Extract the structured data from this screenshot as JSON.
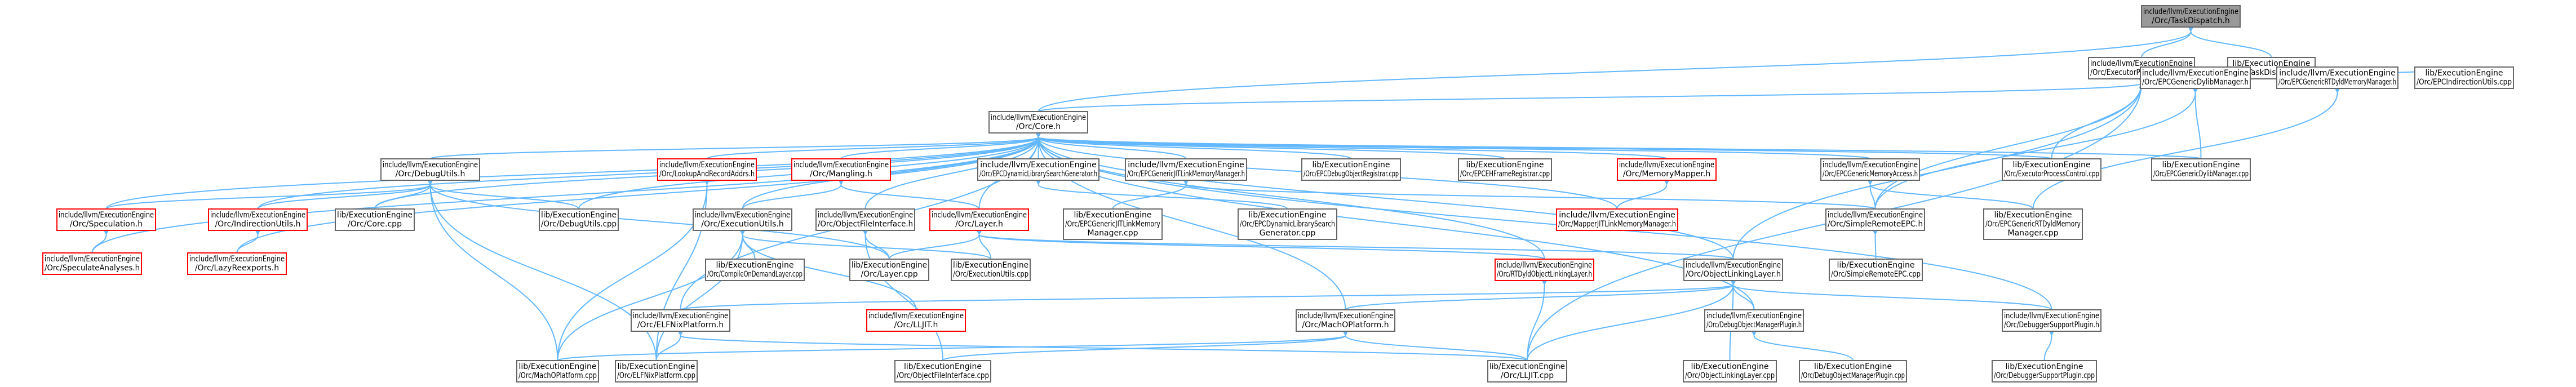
{
  "title": "",
  "colors": {
    "edge": "#63b8ff",
    "arrow": "#63b8ff",
    "node_border": "#666666",
    "node_fill": "#ffffff",
    "root_fill": "#999999",
    "red_node_border": "#ff0000",
    "text": "#000000"
  },
  "nodes": [
    {
      "id": "root",
      "lines": [
        "include/llvm/ExecutionEngine",
        "/Orc/TaskDispatch.h"
      ],
      "style": "root",
      "interactable": false
    },
    {
      "id": "epc_h",
      "lines": [
        "include/llvm/ExecutionEngine",
        "/Orc/ExecutorProcessControl.h"
      ],
      "style": "normal",
      "interactable": true
    },
    {
      "id": "taskdispatch_cpp",
      "lines": [
        "lib/ExecutionEngine",
        "/Orc/TaskDispatch.cpp"
      ],
      "style": "normal",
      "interactable": true
    },
    {
      "id": "core_h",
      "lines": [
        "include/llvm/ExecutionEngine",
        "/Orc/Core.h"
      ],
      "style": "normal",
      "interactable": true
    },
    {
      "id": "epcgendylib_h",
      "lines": [
        "include/llvm/ExecutionEngine",
        "/Orc/EPCGenericDylibManager.h"
      ],
      "style": "normal",
      "interactable": true
    },
    {
      "id": "epcgenrtdyld_h",
      "lines": [
        "include/llvm/ExecutionEngine",
        "/Orc/EPCGenericRTDyldMemoryManager.h"
      ],
      "style": "normal",
      "interactable": true
    },
    {
      "id": "epcindirection_cpp",
      "lines": [
        "lib/ExecutionEngine",
        "/Orc/EPCIndirectionUtils.cpp"
      ],
      "style": "normal",
      "interactable": true
    },
    {
      "id": "debugutils_h",
      "lines": [
        "include/llvm/ExecutionEngine",
        "/Orc/DebugUtils.h"
      ],
      "style": "normal",
      "interactable": true
    },
    {
      "id": "lookupandrecord_h",
      "lines": [
        "include/llvm/ExecutionEngine",
        "/Orc/LookupAndRecordAddrs.h"
      ],
      "style": "red",
      "interactable": true
    },
    {
      "id": "mangling_h",
      "lines": [
        "include/llvm/ExecutionEngine",
        "/Orc/Mangling.h"
      ],
      "style": "red",
      "interactable": true
    },
    {
      "id": "epcdynlibsearch_h",
      "lines": [
        "include/llvm/ExecutionEngine",
        "/Orc/EPCDynamicLibrarySearchGenerator.h"
      ],
      "style": "normal",
      "interactable": true
    },
    {
      "id": "epcgenjitlink_h",
      "lines": [
        "include/llvm/ExecutionEngine",
        "/Orc/EPCGenericJITLinkMemoryManager.h"
      ],
      "style": "normal",
      "interactable": true
    },
    {
      "id": "epcdebugobj_cpp",
      "lines": [
        "lib/ExecutionEngine",
        "/Orc/EPCDebugObjectRegistrar.cpp"
      ],
      "style": "normal",
      "interactable": true
    },
    {
      "id": "epcehframe_cpp",
      "lines": [
        "lib/ExecutionEngine",
        "/Orc/EPCEHFrameRegistrar.cpp"
      ],
      "style": "normal",
      "interactable": true
    },
    {
      "id": "memorymapper_h",
      "lines": [
        "include/llvm/ExecutionEngine",
        "/Orc/MemoryMapper.h"
      ],
      "style": "red",
      "interactable": true
    },
    {
      "id": "epcgenmemaccess_h",
      "lines": [
        "include/llvm/ExecutionEngine",
        "/Orc/EPCGenericMemoryAccess.h"
      ],
      "style": "normal",
      "interactable": true
    },
    {
      "id": "epc_cpp",
      "lines": [
        "lib/ExecutionEngine",
        "/Orc/ExecutorProcessControl.cpp"
      ],
      "style": "normal",
      "interactable": true
    },
    {
      "id": "epcgendylib_cpp",
      "lines": [
        "lib/ExecutionEngine",
        "/Orc/EPCGenericDylibManager.cpp"
      ],
      "style": "normal",
      "interactable": true
    },
    {
      "id": "speculation_h",
      "lines": [
        "include/llvm/ExecutionEngine",
        "/Orc/Speculation.h"
      ],
      "style": "red",
      "interactable": true
    },
    {
      "id": "indirectionutils_h",
      "lines": [
        "include/llvm/ExecutionEngine",
        "/Orc/IndirectionUtils.h"
      ],
      "style": "red",
      "interactable": true
    },
    {
      "id": "core_cpp",
      "lines": [
        "lib/ExecutionEngine",
        "/Orc/Core.cpp"
      ],
      "style": "normal",
      "interactable": true
    },
    {
      "id": "debugutils_cpp",
      "lines": [
        "lib/ExecutionEngine",
        "/Orc/DebugUtils.cpp"
      ],
      "style": "normal",
      "interactable": true
    },
    {
      "id": "executionutils_h",
      "lines": [
        "include/llvm/ExecutionEngine",
        "/Orc/ExecutionUtils.h"
      ],
      "style": "normal",
      "interactable": true
    },
    {
      "id": "objectfileinterface_h",
      "lines": [
        "include/llvm/ExecutionEngine",
        "/Orc/ObjectFileInterface.h"
      ],
      "style": "normal",
      "interactable": true
    },
    {
      "id": "layer_h",
      "lines": [
        "include/llvm/ExecutionEngine",
        "/Orc/Layer.h"
      ],
      "style": "red",
      "interactable": true
    },
    {
      "id": "epcgenjitlink_cpp",
      "lines": [
        "lib/ExecutionEngine",
        "/Orc/EPCGenericJITLinkMemory",
        "Manager.cpp"
      ],
      "style": "normal",
      "interactable": true
    },
    {
      "id": "epcdynlibsearch_cpp",
      "lines": [
        "lib/ExecutionEngine",
        "/Orc/EPCDynamicLibrarySearch",
        "Generator.cpp"
      ],
      "style": "normal",
      "interactable": true
    },
    {
      "id": "mapperjitlink_h",
      "lines": [
        "include/llvm/ExecutionEngine",
        "/Orc/MapperJITLinkMemoryManager.h"
      ],
      "style": "red",
      "interactable": true
    },
    {
      "id": "simpleremoteepc_h",
      "lines": [
        "include/llvm/ExecutionEngine",
        "/Orc/SimpleRemoteEPC.h"
      ],
      "style": "normal",
      "interactable": true
    },
    {
      "id": "epcgenrtdyld_cpp",
      "lines": [
        "lib/ExecutionEngine",
        "/Orc/EPCGenericRTDyldMemory",
        "Manager.cpp"
      ],
      "style": "normal",
      "interactable": true
    },
    {
      "id": "speculateanalyses_h",
      "lines": [
        "include/llvm/ExecutionEngine",
        "/Orc/SpeculateAnalyses.h"
      ],
      "style": "red",
      "interactable": true
    },
    {
      "id": "lazyreexports_h",
      "lines": [
        "include/llvm/ExecutionEngine",
        "/Orc/LazyReexports.h"
      ],
      "style": "red",
      "interactable": true
    },
    {
      "id": "compileondemand_cpp",
      "lines": [
        "lib/ExecutionEngine",
        "/Orc/CompileOnDemandLayer.cpp"
      ],
      "style": "normal",
      "interactable": true
    },
    {
      "id": "layer_cpp",
      "lines": [
        "lib/ExecutionEngine",
        "/Orc/Layer.cpp"
      ],
      "style": "normal",
      "interactable": true
    },
    {
      "id": "executionutils_cpp",
      "lines": [
        "lib/ExecutionEngine",
        "/Orc/ExecutionUtils.cpp"
      ],
      "style": "normal",
      "interactable": true
    },
    {
      "id": "rtdyldobjlinking_h",
      "lines": [
        "include/llvm/ExecutionEngine",
        "/Orc/RTDyldObjectLinkingLayer.h"
      ],
      "style": "red",
      "interactable": true
    },
    {
      "id": "objectlinkinglayer_h",
      "lines": [
        "include/llvm/ExecutionEngine",
        "/Orc/ObjectLinkingLayer.h"
      ],
      "style": "normal",
      "interactable": true
    },
    {
      "id": "simpleremoteepc_cpp",
      "lines": [
        "lib/ExecutionEngine",
        "/Orc/SimpleRemoteEPC.cpp"
      ],
      "style": "normal",
      "interactable": true
    },
    {
      "id": "elfnixplatform_h",
      "lines": [
        "include/llvm/ExecutionEngine",
        "/Orc/ELFNixPlatform.h"
      ],
      "style": "normal",
      "interactable": true
    },
    {
      "id": "lljit_h",
      "lines": [
        "include/llvm/ExecutionEngine",
        "/Orc/LLJIT.h"
      ],
      "style": "red",
      "interactable": true
    },
    {
      "id": "machoplatform_h",
      "lines": [
        "include/llvm/ExecutionEngine",
        "/Orc/MachOPlatform.h"
      ],
      "style": "normal",
      "interactable": true
    },
    {
      "id": "debugobjmgr_h",
      "lines": [
        "include/llvm/ExecutionEngine",
        "/Orc/DebugObjectManagerPlugin.h"
      ],
      "style": "normal",
      "interactable": true
    },
    {
      "id": "debuggersupport_h",
      "lines": [
        "include/llvm/ExecutionEngine",
        "/Orc/DebuggerSupportPlugin.h"
      ],
      "style": "normal",
      "interactable": true
    },
    {
      "id": "machoplatform_cpp",
      "lines": [
        "lib/ExecutionEngine",
        "/Orc/MachOPlatform.cpp"
      ],
      "style": "normal",
      "interactable": true
    },
    {
      "id": "elfnixplatform_cpp",
      "lines": [
        "lib/ExecutionEngine",
        "/Orc/ELFNixPlatform.cpp"
      ],
      "style": "normal",
      "interactable": true
    },
    {
      "id": "objectfileinterface_cpp",
      "lines": [
        "lib/ExecutionEngine",
        "/Orc/ObjectFileInterface.cpp"
      ],
      "style": "normal",
      "interactable": true
    },
    {
      "id": "lljit_cpp",
      "lines": [
        "lib/ExecutionEngine",
        "/Orc/LLJIT.cpp"
      ],
      "style": "normal",
      "interactable": true
    },
    {
      "id": "objectlinkinglayer_cpp",
      "lines": [
        "lib/ExecutionEngine",
        "/Orc/ObjectLinkingLayer.cpp"
      ],
      "style": "normal",
      "interactable": true
    },
    {
      "id": "debugobjmgr_cpp",
      "lines": [
        "lib/ExecutionEngine",
        "/Orc/DebugObjectManagerPlugin.cpp"
      ],
      "style": "normal",
      "interactable": true
    },
    {
      "id": "debuggersupport_cpp",
      "lines": [
        "lib/ExecutionEngine",
        "/Orc/DebuggerSupportPlugin.cpp"
      ],
      "style": "normal",
      "interactable": true
    }
  ],
  "edges": [
    [
      "epc_h",
      "root"
    ],
    [
      "taskdispatch_cpp",
      "root"
    ],
    [
      "core_h",
      "root"
    ],
    [
      "core_h",
      "epc_h"
    ],
    [
      "epcgendylib_h",
      "epc_h"
    ],
    [
      "epcgenrtdyld_h",
      "epc_h"
    ],
    [
      "epcindirection_cpp",
      "epc_h"
    ],
    [
      "epc_cpp",
      "epc_h"
    ],
    [
      "simpleremoteepc_h",
      "epc_h"
    ],
    [
      "objectlinkinglayer_h",
      "epc_h"
    ],
    [
      "lljit_cpp",
      "epc_h"
    ],
    [
      "debugutils_h",
      "core_h"
    ],
    [
      "lookupandrecord_h",
      "core_h"
    ],
    [
      "mangling_h",
      "core_h"
    ],
    [
      "epcdynlibsearch_h",
      "core_h"
    ],
    [
      "epcgenjitlink_h",
      "core_h"
    ],
    [
      "epcdebugobj_cpp",
      "core_h"
    ],
    [
      "epcehframe_cpp",
      "core_h"
    ],
    [
      "memorymapper_h",
      "core_h"
    ],
    [
      "epcgenmemaccess_h",
      "core_h"
    ],
    [
      "epc_cpp",
      "core_h"
    ],
    [
      "epcgendylib_cpp",
      "core_h"
    ],
    [
      "speculation_h",
      "core_h"
    ],
    [
      "indirectionutils_h",
      "core_h"
    ],
    [
      "core_cpp",
      "core_h"
    ],
    [
      "debugutils_cpp",
      "core_h"
    ],
    [
      "executionutils_h",
      "core_h"
    ],
    [
      "objectfileinterface_h",
      "core_h"
    ],
    [
      "layer_h",
      "core_h"
    ],
    [
      "mapperjitlink_h",
      "core_h"
    ],
    [
      "rtdyldobjlinking_h",
      "core_h"
    ],
    [
      "objectlinkinglayer_h",
      "core_h"
    ],
    [
      "elfnixplatform_h",
      "core_h"
    ],
    [
      "machoplatform_h",
      "core_h"
    ],
    [
      "speculateanalyses_h",
      "core_h"
    ],
    [
      "lazyreexports_h",
      "core_h"
    ],
    [
      "debugobjmgr_h",
      "core_h"
    ],
    [
      "debuggersupport_h",
      "core_h"
    ],
    [
      "epcgendylib_cpp",
      "epcgendylib_h"
    ],
    [
      "simpleremoteepc_h",
      "epcgendylib_h"
    ],
    [
      "epcgenrtdyld_cpp",
      "epcgenrtdyld_h"
    ],
    [
      "speculation_h",
      "debugutils_h"
    ],
    [
      "indirectionutils_h",
      "debugutils_h"
    ],
    [
      "core_cpp",
      "debugutils_h"
    ],
    [
      "debugutils_cpp",
      "debugutils_h"
    ],
    [
      "layer_cpp",
      "debugutils_h"
    ],
    [
      "machoplatform_cpp",
      "debugutils_h"
    ],
    [
      "elfnixplatform_cpp",
      "debugutils_h"
    ],
    [
      "machoplatform_cpp",
      "lookupandrecord_h"
    ],
    [
      "elfnixplatform_cpp",
      "lookupandrecord_h"
    ],
    [
      "executionutils_h",
      "mangling_h"
    ],
    [
      "layer_h",
      "mangling_h"
    ],
    [
      "epcdynlibsearch_cpp",
      "epcdynlibsearch_h"
    ],
    [
      "epcgenjitlink_cpp",
      "epcgenjitlink_h"
    ],
    [
      "simpleremoteepc_h",
      "epcgenjitlink_h"
    ],
    [
      "mapperjitlink_h",
      "memorymapper_h"
    ],
    [
      "simpleremoteepc_h",
      "epcgenmemaccess_h"
    ],
    [
      "epcgenrtdyld_cpp",
      "epcgenmemaccess_h"
    ],
    [
      "speculateanalyses_h",
      "speculation_h"
    ],
    [
      "lazyreexports_h",
      "indirectionutils_h"
    ],
    [
      "compileondemand_cpp",
      "executionutils_h"
    ],
    [
      "executionutils_cpp",
      "executionutils_h"
    ],
    [
      "lljit_h",
      "executionutils_h"
    ],
    [
      "machoplatform_cpp",
      "executionutils_h"
    ],
    [
      "elfnixplatform_cpp",
      "executionutils_h"
    ],
    [
      "layer_cpp",
      "objectfileinterface_h"
    ],
    [
      "objectfileinterface_cpp",
      "objectfileinterface_h"
    ],
    [
      "layer_cpp",
      "layer_h"
    ],
    [
      "executionutils_cpp",
      "layer_h"
    ],
    [
      "rtdyldobjlinking_h",
      "layer_h"
    ],
    [
      "objectlinkinglayer_h",
      "layer_h"
    ],
    [
      "simpleremoteepc_cpp",
      "simpleremoteepc_h"
    ],
    [
      "lljit_cpp",
      "rtdyldobjlinking_h"
    ],
    [
      "elfnixplatform_h",
      "objectlinkinglayer_h"
    ],
    [
      "machoplatform_h",
      "objectlinkinglayer_h"
    ],
    [
      "debugobjmgr_h",
      "objectlinkinglayer_h"
    ],
    [
      "debuggersupport_h",
      "objectlinkinglayer_h"
    ],
    [
      "lljit_cpp",
      "objectlinkinglayer_h"
    ],
    [
      "objectlinkinglayer_cpp",
      "objectlinkinglayer_h"
    ],
    [
      "elfnixplatform_cpp",
      "elfnixplatform_h"
    ],
    [
      "lljit_cpp",
      "elfnixplatform_h"
    ],
    [
      "machoplatform_cpp",
      "machoplatform_h"
    ],
    [
      "lljit_cpp",
      "machoplatform_h"
    ],
    [
      "objectfileinterface_cpp",
      "machoplatform_h"
    ],
    [
      "debugobjmgr_cpp",
      "debugobjmgr_h"
    ],
    [
      "debuggersupport_cpp",
      "debuggersupport_h"
    ]
  ]
}
